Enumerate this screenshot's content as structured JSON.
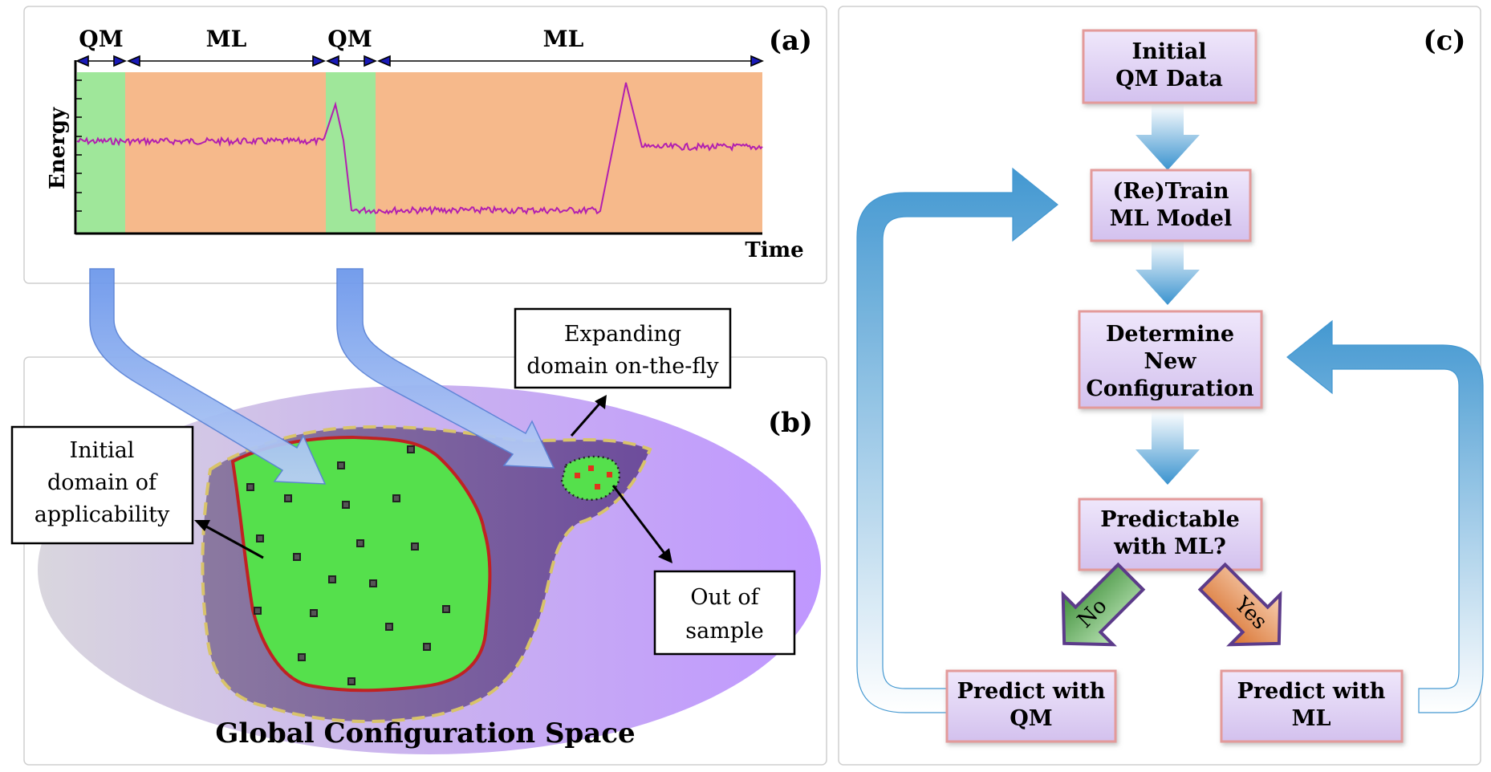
{
  "panel_a": {
    "tag": "(a)",
    "segments": [
      "QM",
      "ML",
      "QM",
      "ML"
    ],
    "y_label": "Energy",
    "x_label": "Time",
    "colors": {
      "qm_band": "#9fe79a",
      "ml_band": "#f6b98b",
      "trace": "#b21fb0",
      "arrow": "#1a1ab8"
    }
  },
  "panel_b": {
    "tag": "(b)",
    "callouts": {
      "initial": [
        "Initial",
        "domain of",
        "applicability"
      ],
      "expanding": [
        "Expanding",
        "domain on-the-fly"
      ],
      "out": [
        "Out of",
        "sample"
      ]
    },
    "caption": "Global Configuration Space",
    "colors": {
      "space": "#c8a6ff",
      "domain": "#7a5aa6",
      "initial": "#55e04c",
      "border": "#c02222",
      "dash": "#d8c36a"
    }
  },
  "panel_c": {
    "tag": "(c)",
    "boxes": {
      "initial": [
        "Initial",
        "QM Data"
      ],
      "retrain": [
        "(Re)Train",
        "ML Model"
      ],
      "determine": [
        "Determine",
        "New",
        "Configuration"
      ],
      "predictable": [
        "Predictable",
        "with ML?"
      ],
      "predict_qm": [
        "Predict with",
        "QM"
      ],
      "predict_ml": [
        "Predict with",
        "ML"
      ]
    },
    "branches": {
      "no": "No",
      "yes": "Yes"
    },
    "colors": {
      "box": "#d9c9ef",
      "box_border": "#e39a9a",
      "arrow": "#3b95cf",
      "no": "#4f9e4a",
      "yes": "#e07f39"
    }
  }
}
